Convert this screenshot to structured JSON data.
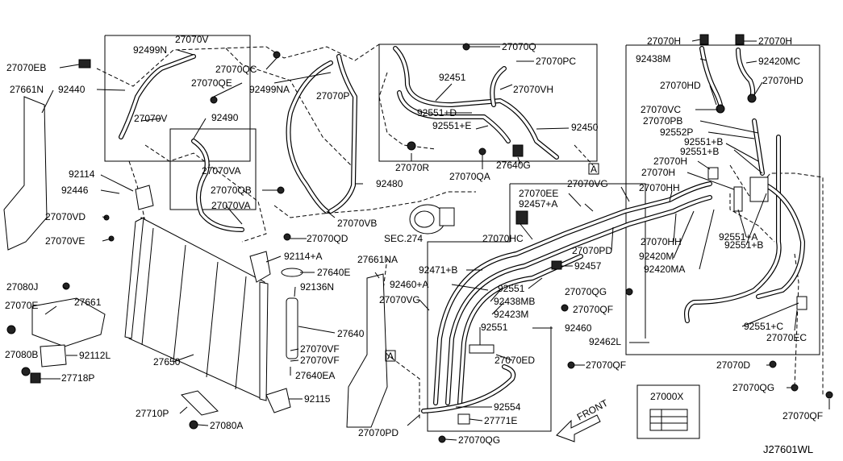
{
  "diagram_id": "J27601WL",
  "front_label": "FRONT",
  "box_marker": "A",
  "labels": {
    "l_27070EB": "27070EB",
    "l_92440": "92440",
    "l_27661N": "27661N",
    "l_27070V_top": "27070V",
    "l_92499N": "92499N",
    "l_27070V_mid": "27070V",
    "l_27070QC": "27070QC",
    "l_92499NA": "92499NA",
    "l_27070P": "27070P",
    "l_27070QE": "27070QE",
    "l_92490": "92490",
    "l_27070VA_1": "27070VA",
    "l_27070QB": "27070QB",
    "l_27070VA_2": "27070VA",
    "l_27070VB": "27070VB",
    "l_92480": "92480",
    "l_27070QD": "27070QD",
    "l_SEC274": "SEC.274",
    "l_92114": "92114",
    "l_92446": "92446",
    "l_27070VD": "27070VD",
    "l_27070VE": "27070VE",
    "l_27070Q": "27070Q",
    "l_27070PC": "27070PC",
    "l_92451": "92451",
    "l_27070VH": "27070VH",
    "l_92551D": "92551+D",
    "l_92551E": "92551+E",
    "l_92450": "92450",
    "l_27070R": "27070R",
    "l_27070QA": "27070QA",
    "l_27640G": "27640G",
    "l_27070H_1": "27070H",
    "l_27070H_2": "27070H",
    "l_92438M": "92438M",
    "l_92420MC": "92420MC",
    "l_27070HD_1": "27070HD",
    "l_27070HD_2": "27070HD",
    "l_27070VC": "27070VC",
    "l_27070PB": "27070PB",
    "l_92552P": "92552P",
    "l_92551B_1": "92551+B",
    "l_92551B_2": "92551+B",
    "l_27070H_3": "27070H",
    "l_27070H_4": "27070H",
    "l_27070EE": "27070EE",
    "l_27070VG_1": "27070VG",
    "l_27070HH_1": "27070HH",
    "l_92457A": "92457+A",
    "l_27070HC": "27070HC",
    "l_27070PD_1": "27070PD",
    "l_27070HH_2": "27070HH",
    "l_92420M": "92420M",
    "l_92420MA": "92420MA",
    "l_92551A": "92551+A",
    "l_92551B_3": "92551+B",
    "l_92114A": "92114+A",
    "l_27640E": "27640E",
    "l_92136N": "92136N",
    "l_27661NA": "27661NA",
    "l_92457": "92457",
    "l_92471B": "92471+B",
    "l_92460A": "92460+A",
    "l_27070VG_2": "27070VG",
    "l_92551_1": "92551",
    "l_92438MB": "92438MB",
    "l_92423M": "92423M",
    "l_27070QG_1": "27070QG",
    "l_27070QF_1": "27070QF",
    "l_92551_2": "92551",
    "l_92460": "92460",
    "l_92462L": "92462L",
    "l_92551C": "92551+C",
    "l_27070EC": "27070EC",
    "l_27080J": "27080J",
    "l_27070E": "27070E",
    "l_27661": "27661",
    "l_27640": "27640",
    "l_27070VF_1": "27070VF",
    "l_27070VF_2": "27070VF",
    "l_27080B": "27080B",
    "l_92112L": "92112L",
    "l_27650": "27650",
    "l_27640EA": "27640EA",
    "l_27718P": "27718P",
    "l_27070ED": "27070ED",
    "l_27070QF_2": "27070QF",
    "l_27070D": "27070D",
    "l_27000X": "27000X",
    "l_27070QG_2": "27070QG",
    "l_92115": "92115",
    "l_92554": "92554",
    "l_27710P": "27710P",
    "l_27771E": "27771E",
    "l_27080A": "27080A",
    "l_27070PD_2": "27070PD",
    "l_27070QG_3": "27070QG",
    "l_27070QF_3": "27070QF"
  }
}
